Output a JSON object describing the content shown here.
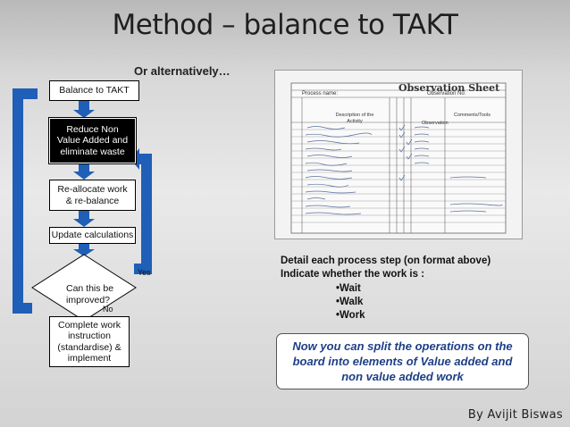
{
  "slide": {
    "title": "Method – balance to TAKT",
    "subtitle": "Or alternatively…",
    "author": "By Avijit Biswas"
  },
  "flowchart": {
    "start": "Balance to TAKT",
    "reduce": "Reduce Non Value Added and eliminate waste",
    "reallocate": "Re-allocate work & re-balance",
    "update": "Update calculations",
    "decision": "Can this be improved?",
    "yes_label": "Yes",
    "no_label": "No",
    "complete": "Complete work instruction (standardise) & implement"
  },
  "observation_sheet": {
    "title": "Observation Sheet",
    "process_label": "Process name:",
    "observation_label": "Observation No:",
    "description_header": "Description of the Activity",
    "observation_col": "Observation",
    "comments_header": "Comments/Tools"
  },
  "detail": {
    "line1": "Detail each process step (on format above)",
    "line2": "Indicate whether the work is :",
    "bullets": [
      "Wait",
      "Walk",
      "Work"
    ]
  },
  "callout": {
    "text": "Now you can split the operations on the board into elements of Value added and non value added work",
    "color": "#1d3f86"
  },
  "colors": {
    "dark_box": "#000000",
    "arrow_blue": "#1f5fb7"
  }
}
